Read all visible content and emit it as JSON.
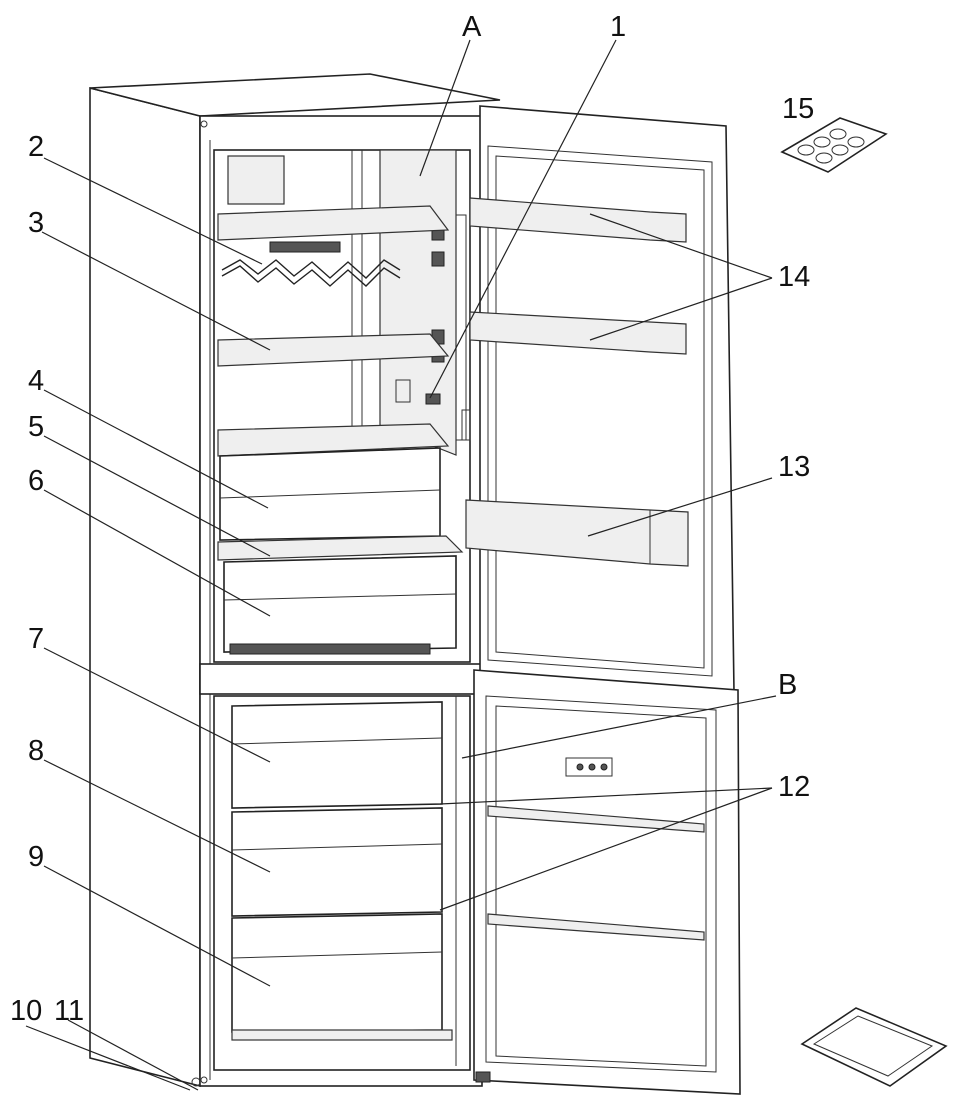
{
  "diagram": {
    "labels": {
      "A": "A",
      "B": "B",
      "n1": "1",
      "n2": "2",
      "n3": "3",
      "n4": "4",
      "n5": "5",
      "n6": "6",
      "n7": "7",
      "n8": "8",
      "n9": "9",
      "n10": "10",
      "n11": "11",
      "n12": "12",
      "n13": "13",
      "n14": "14",
      "n15": "15"
    },
    "colors": {
      "line": "#222222",
      "background": "#ffffff",
      "shade": "#efefef"
    }
  }
}
